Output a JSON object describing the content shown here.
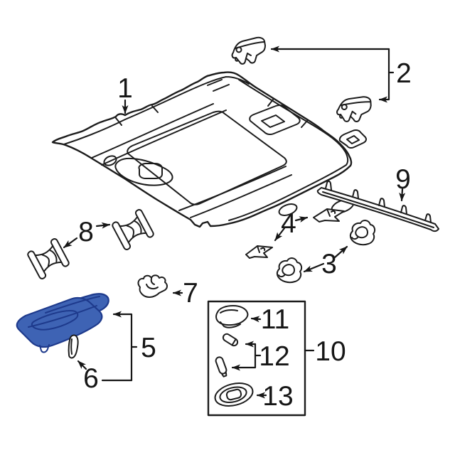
{
  "colors": {
    "background": "#ffffff",
    "line": "#1c1c1c",
    "highlight_fill": "#3e63b4",
    "highlight_stroke": "#1e3a8c"
  },
  "callouts": [
    {
      "label": "1"
    },
    {
      "label": "2"
    },
    {
      "label": "3"
    },
    {
      "label": "4"
    },
    {
      "label": "5"
    },
    {
      "label": "6"
    },
    {
      "label": "7"
    },
    {
      "label": "8"
    },
    {
      "label": "9"
    },
    {
      "label": "10"
    },
    {
      "label": "11"
    },
    {
      "label": "12"
    },
    {
      "label": "13"
    }
  ]
}
